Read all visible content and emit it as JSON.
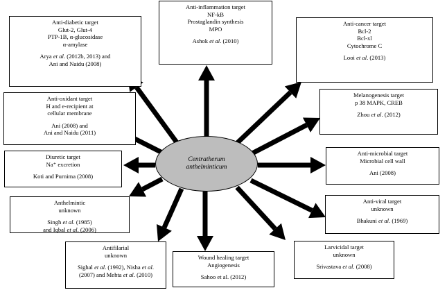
{
  "center": {
    "line1": "Centratherum",
    "line2": "anthelminticum",
    "fill": "#bdbdbd"
  },
  "targets": {
    "antidiabetic": {
      "lines": [
        "Anti-diabetic target",
        "Glut-2, Glut-4",
        "PTP-1B, α-glucosidase",
        "α-amylase"
      ],
      "cite": [
        [
          "Arya ",
          "et al",
          ". (2012b, 2013) and"
        ],
        [
          "Ani and Naidu (2008)"
        ]
      ]
    },
    "antiinflammation": {
      "lines": [
        "Anti-inflammation target",
        "NF-kB",
        "Prostaglandin synthesis",
        "MPO"
      ],
      "cite": [
        [
          "Ashok ",
          "et al",
          ". (2010)"
        ]
      ]
    },
    "anticancer": {
      "lines": [
        "Anti-cancer target",
        "Bcl-2",
        "Bcl-xl",
        "Cytochrome C"
      ],
      "cite": [
        [
          "Looi ",
          "et al",
          ". (2013)"
        ]
      ]
    },
    "antioxidant": {
      "lines": [
        "Anti-oxidant target",
        "H and e-recipient at",
        "cellular membrane"
      ],
      "cite": [
        [
          "Ani (2008) and"
        ],
        [
          "Ani and Naidu (2011)"
        ]
      ]
    },
    "melanogenesis": {
      "lines": [
        "Melanogenesis target",
        "p 38 MAPK, CREB"
      ],
      "cite": [
        [
          "Zhou ",
          "et al",
          ". (2012)"
        ]
      ]
    },
    "diuretic": {
      "lines": [
        "Diuretic target",
        "Na⁺ excretion"
      ],
      "cite": [
        [
          "Koti and Purnima (2008)"
        ]
      ]
    },
    "antimicrobial": {
      "lines": [
        "Anti-microbial target",
        "Microbial cell wall"
      ],
      "cite": [
        [
          "Ani (2008)"
        ]
      ]
    },
    "anthelmintic": {
      "lines": [
        "Anthelmintic",
        "unknown"
      ],
      "cite": [
        [
          "Singh ",
          "et al",
          ". (1985)"
        ],
        [
          "and Iqbal ",
          "et al",
          ". (2006)"
        ]
      ]
    },
    "antiviral": {
      "lines": [
        "Anti-viral target",
        "unknown"
      ],
      "cite": [
        [
          "Bhakuni ",
          "et al",
          ". (1969)"
        ]
      ]
    },
    "antifilarial": {
      "lines": [
        "Antifilarial",
        "unknown"
      ],
      "cite": [
        [
          "Sighal ",
          "et al",
          ". (1992), Nisha ",
          "et al",
          "."
        ],
        [
          "(2007) and Mehta ",
          "et al",
          ". (2010)"
        ]
      ]
    },
    "woundhealing": {
      "lines": [
        "Wound healing target",
        "Angiogenesis"
      ],
      "cite": [
        [
          "Sahoo et al. (2012)"
        ]
      ]
    },
    "larvicidal": {
      "lines": [
        "Larvicidal target",
        "unknown"
      ],
      "cite": [
        [
          "Srivastava ",
          "et al",
          ". (2008)"
        ]
      ]
    }
  }
}
